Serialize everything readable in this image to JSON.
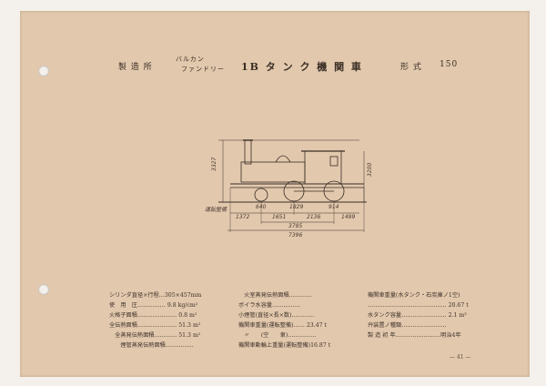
{
  "header": {
    "maker_label": "製 造 所",
    "maker_name_1": "バルカン",
    "maker_name_2": "ファンドリー",
    "title": "1B タ ン ク 機 関 車",
    "type_label": "形 式",
    "type_number": "150"
  },
  "drawing": {
    "height_dim": "3327",
    "chimney_dim": "3200",
    "rail_label": "運転整備",
    "dim_640": "640",
    "dim_1829": "1829",
    "dim_914": "914",
    "dim_1372": "1372",
    "dim_1651": "1651",
    "dim_2136": "2136",
    "dim_1499": "1499",
    "wheelbase": "3785",
    "length": "7396"
  },
  "specs": {
    "left": [
      "シリンダ直径×行程…305×457mm",
      "使　用　圧…………… 9.8 kg/cm²",
      "火格子面積………………… 0.8 m²",
      "全伝熱面積………………… 51.3 m²",
      "　全蒸発伝熱面積………… 51.3 m²",
      "　　煙管蒸発伝熱面積……………"
    ],
    "middle": [
      "　火室蒸発伝熱面積…………",
      "ボイラ水容量……………",
      "小煙管(直径×長×数)…………",
      "機関車重量(運転整備)…… 23.47 t",
      "　〃　　(空　　車)……………",
      "機関車動輪上重量(運転整備)16.87 t"
    ],
    "right": [
      "機関車重量(水タンク・石炭庫ノ1空)",
      "…………………………………… 20.67 t",
      "水タンク容量…………………… 2.1 m³",
      "弁装置ノ種類……………………",
      "製 造 初 年……………………明治4年"
    ]
  },
  "page_number": "— 41 —"
}
